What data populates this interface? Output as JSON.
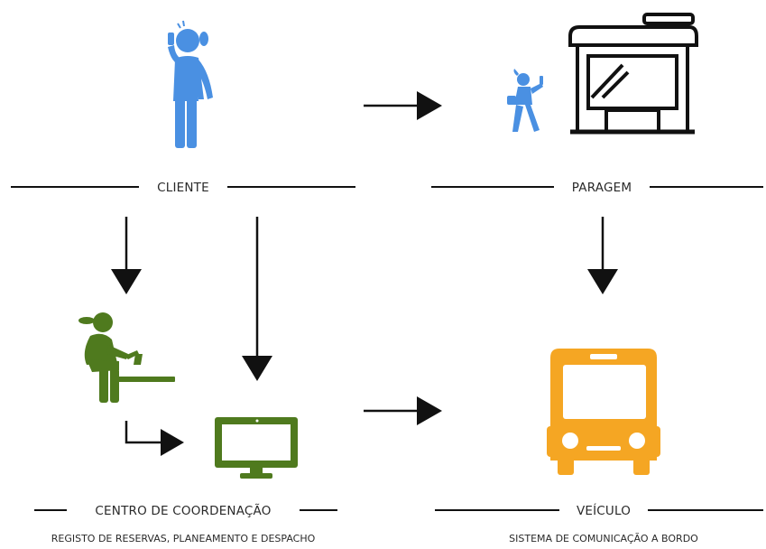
{
  "colors": {
    "client_blue": "#4a90e2",
    "coordination_green": "#4f7a1e",
    "vehicle_orange": "#f5a623",
    "line_black": "#111111"
  },
  "nodes": {
    "cliente": {
      "label": "CLIENTE"
    },
    "paragem": {
      "label": "PARAGEM"
    },
    "centro": {
      "label": "CENTRO DE COORDENAÇÃO",
      "sublabel": "REGISTO DE RESERVAS, PLANEAMENTO E DESPACHO"
    },
    "veiculo": {
      "label": "VEÍCULO",
      "sublabel": "SISTEMA DE COMUNICAÇÃO A BORDO"
    }
  },
  "icons": [
    "person-phone-icon",
    "walking-person-icon",
    "bus-stop-shelter-icon",
    "person-laptop-icon",
    "monitor-icon",
    "bus-icon"
  ]
}
